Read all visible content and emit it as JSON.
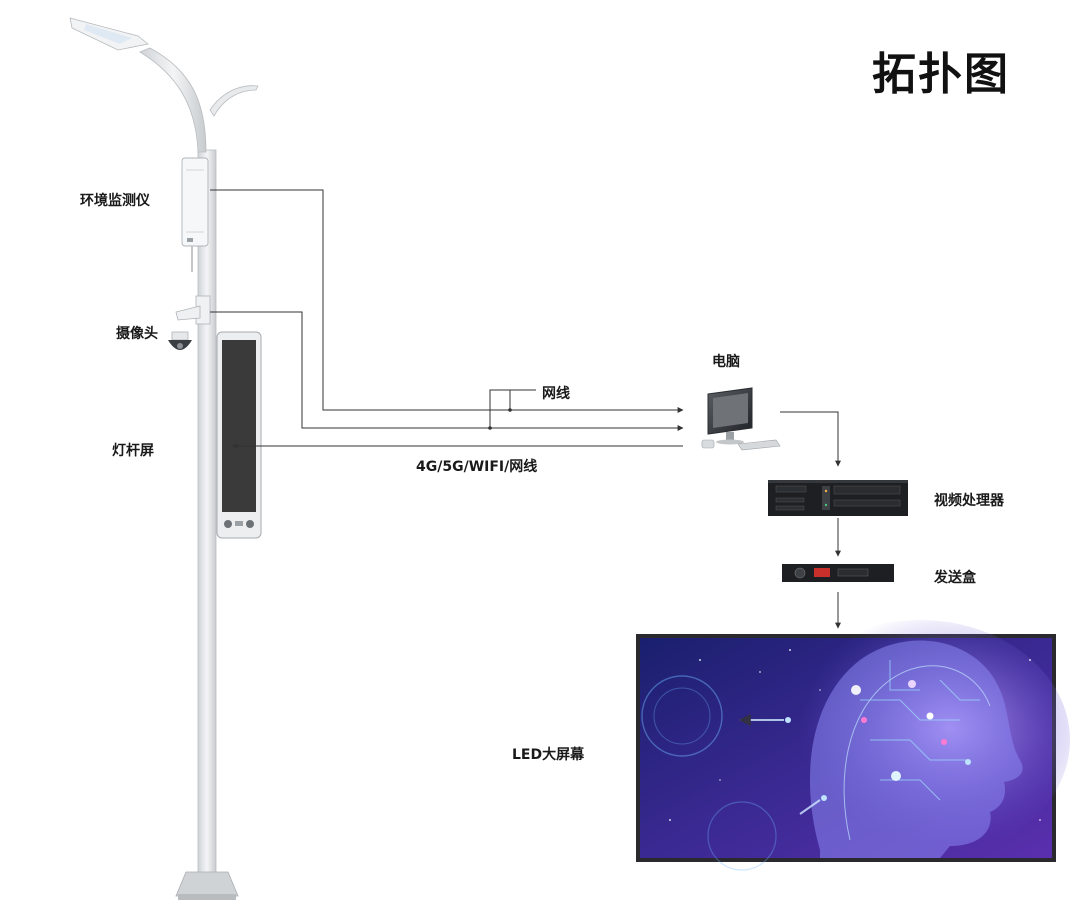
{
  "title": "拓扑图",
  "labels": {
    "env_monitor": "环境监测仪",
    "camera": "摄像头",
    "pole_screen": "灯杆屏",
    "computer": "电脑",
    "network_cable": "网线",
    "wireless_link": "4G/5G/WIFI/网线",
    "video_processor": "视频处理器",
    "sender_box": "发送盒",
    "led_screen": "LED大屏幕"
  },
  "colors": {
    "line": "#333333",
    "pole": "#e6e8ea",
    "screen_dark": "#3a3a3a",
    "led_bg_a": "#1a1f6e",
    "led_bg_b": "#4b2a9e",
    "led_accent": "#7fd0ff"
  }
}
